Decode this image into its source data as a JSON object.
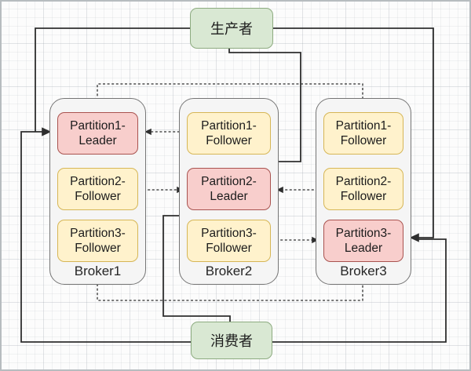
{
  "colors": {
    "leader_fill": "#f8cecc",
    "leader_border": "#a9534f",
    "follower_fill": "#fff2cc",
    "follower_border": "#d6b656",
    "endpoint_fill": "#d9e8d3",
    "endpoint_border": "#8dab80",
    "broker_fill": "#f5f5f5",
    "connector": "#2e2e2e"
  },
  "producer": {
    "label": "生产者"
  },
  "consumer": {
    "label": "消费者"
  },
  "brokers": [
    {
      "name": "Broker1",
      "partitions": [
        {
          "line1": "Partition1-",
          "line2": "Leader",
          "role": "leader"
        },
        {
          "line1": "Partition2-",
          "line2": "Follower",
          "role": "follower"
        },
        {
          "line1": "Partition3-",
          "line2": "Follower",
          "role": "follower"
        }
      ]
    },
    {
      "name": "Broker2",
      "partitions": [
        {
          "line1": "Partition1-",
          "line2": "Follower",
          "role": "follower"
        },
        {
          "line1": "Partition2-",
          "line2": "Leader",
          "role": "leader"
        },
        {
          "line1": "Partition3-",
          "line2": "Follower",
          "role": "follower"
        }
      ]
    },
    {
      "name": "Broker3",
      "partitions": [
        {
          "line1": "Partition1-",
          "line2": "Follower",
          "role": "follower"
        },
        {
          "line1": "Partition2-",
          "line2": "Follower",
          "role": "follower"
        },
        {
          "line1": "Partition3-",
          "line2": "Leader",
          "role": "leader"
        }
      ]
    }
  ],
  "edges": [
    {
      "from": "producer",
      "to": "broker1-partition1-leader",
      "style": "solid"
    },
    {
      "from": "producer",
      "to": "broker2-partition2-leader",
      "style": "solid"
    },
    {
      "from": "producer",
      "to": "broker3-partition3-leader",
      "style": "solid"
    },
    {
      "from": "consumer",
      "to": "broker1-partition1-leader",
      "style": "solid"
    },
    {
      "from": "consumer",
      "to": "broker2-partition2-leader",
      "style": "solid"
    },
    {
      "from": "consumer",
      "to": "broker3-partition3-leader",
      "style": "solid"
    },
    {
      "from": "broker2-partition1-follower",
      "to": "broker1-partition1-leader",
      "style": "dashed"
    },
    {
      "from": "broker3-partition1-follower",
      "to": "broker1-partition1-leader",
      "style": "dashed"
    },
    {
      "from": "broker1-partition2-follower",
      "to": "broker2-partition2-leader",
      "style": "dashed"
    },
    {
      "from": "broker3-partition2-follower",
      "to": "broker2-partition2-leader",
      "style": "dashed"
    },
    {
      "from": "broker2-partition3-follower",
      "to": "broker3-partition3-leader",
      "style": "dashed"
    },
    {
      "from": "broker1-partition3-follower",
      "to": "broker3-partition3-leader",
      "style": "dashed"
    }
  ]
}
